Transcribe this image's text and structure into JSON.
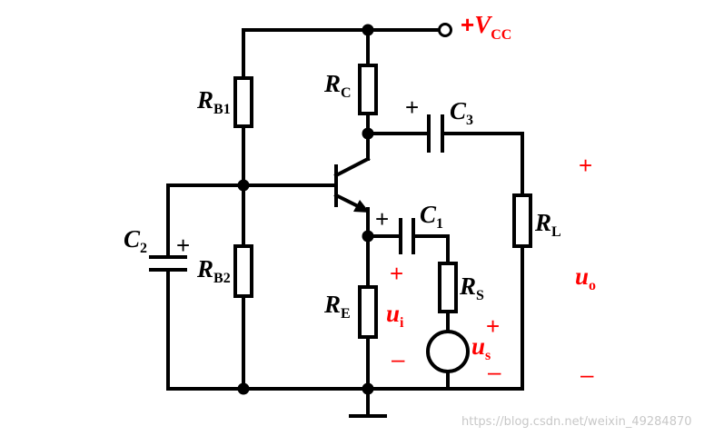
{
  "colors": {
    "wire": "#000000",
    "label": "#000000",
    "accent": "#ff0000",
    "watermark": "#c8c8c8"
  },
  "supply": {
    "sign": "+",
    "symbol": "V",
    "subscript": "CC"
  },
  "resistors": {
    "rb1": {
      "symbol": "R",
      "subscript": "B1"
    },
    "rb2": {
      "symbol": "R",
      "subscript": "B2"
    },
    "rc": {
      "symbol": "R",
      "subscript": "C"
    },
    "re": {
      "symbol": "R",
      "subscript": "E"
    },
    "rl": {
      "symbol": "R",
      "subscript": "L"
    },
    "rs": {
      "symbol": "R",
      "subscript": "S"
    }
  },
  "capacitors": {
    "c1": {
      "symbol": "C",
      "subscript": "1",
      "polarity": "+"
    },
    "c2": {
      "symbol": "C",
      "subscript": "2",
      "polarity": "+"
    },
    "c3": {
      "symbol": "C",
      "subscript": "3",
      "polarity": "+"
    }
  },
  "voltages": {
    "ui": {
      "symbol": "u",
      "subscript": "i",
      "plus": "+",
      "minus": "–"
    },
    "us": {
      "symbol": "u",
      "subscript": "s",
      "plus": "+",
      "minus": "–"
    },
    "uo": {
      "symbol": "u",
      "subscript": "o",
      "plus": "+",
      "minus": "–"
    }
  },
  "watermark": "https://blog.csdn.net/weixin_49284870"
}
